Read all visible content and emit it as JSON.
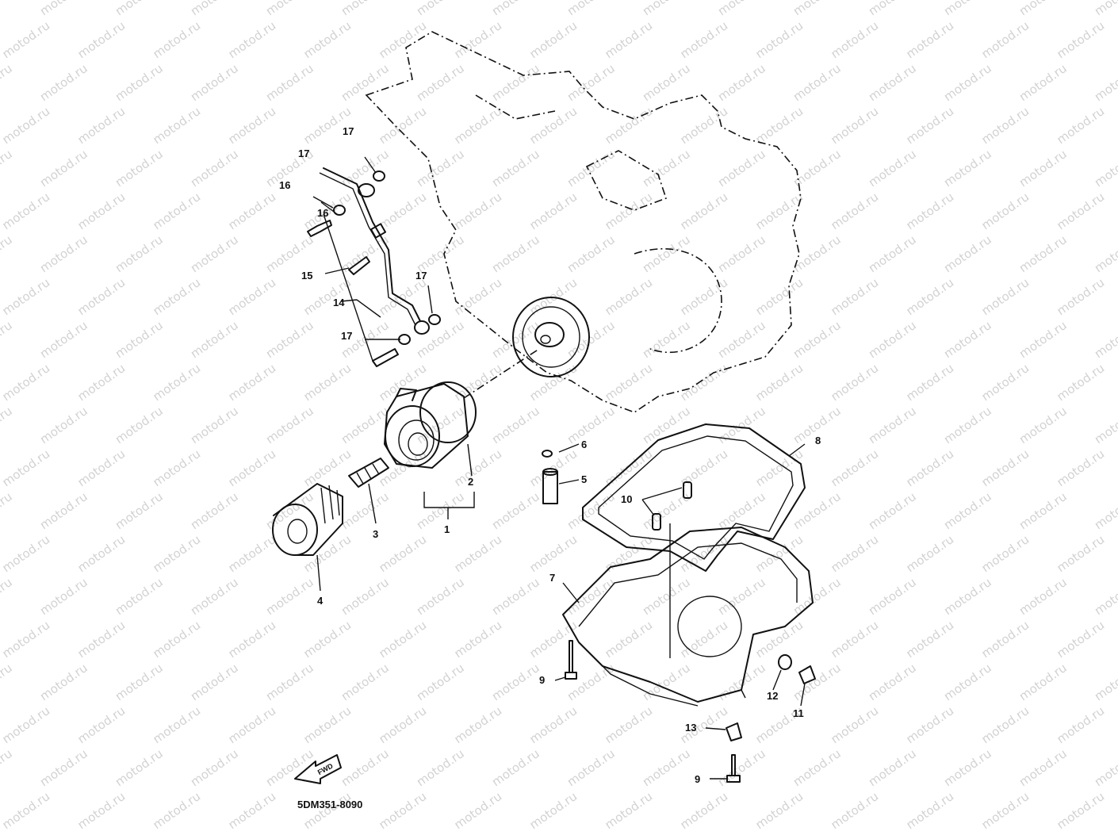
{
  "watermark": {
    "text": "motod.ru"
  },
  "diagram_code": "5DM351-8090",
  "direction_arrow": {
    "label": "FWD"
  },
  "callouts": {
    "c1": "1",
    "c2": "2",
    "c3": "3",
    "c4": "4",
    "c5": "5",
    "c6": "6",
    "c7": "7",
    "c8": "8",
    "c9a": "9",
    "c9b": "9",
    "c10": "10",
    "c11": "11",
    "c12": "12",
    "c13": "13",
    "c14": "14",
    "c15": "15",
    "c16a": "16",
    "c16b": "16",
    "c17a": "17",
    "c17b": "17",
    "c17c": "17",
    "c17d": "17"
  },
  "colors": {
    "ink": "#111111",
    "watermark": "#d2d2d2",
    "background": "#ffffff"
  }
}
